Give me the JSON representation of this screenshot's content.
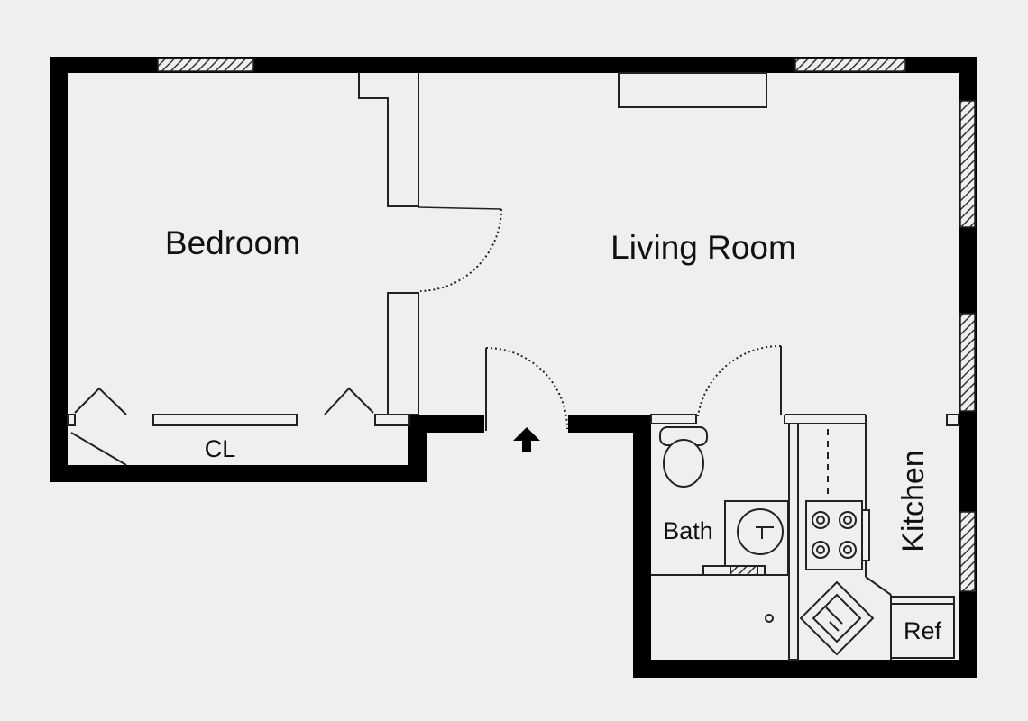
{
  "plan": {
    "rooms": {
      "bedroom": "Bedroom",
      "living_room": "Living Room",
      "closet": "CL",
      "bath": "Bath",
      "kitchen": "Kitchen",
      "refrigerator": "Ref"
    },
    "colors": {
      "background": "#efefef",
      "wall": "#000000",
      "line": "#222222",
      "window_hatch": "#333333"
    },
    "icons": {
      "entrance": "entrance-arrow-icon"
    }
  }
}
